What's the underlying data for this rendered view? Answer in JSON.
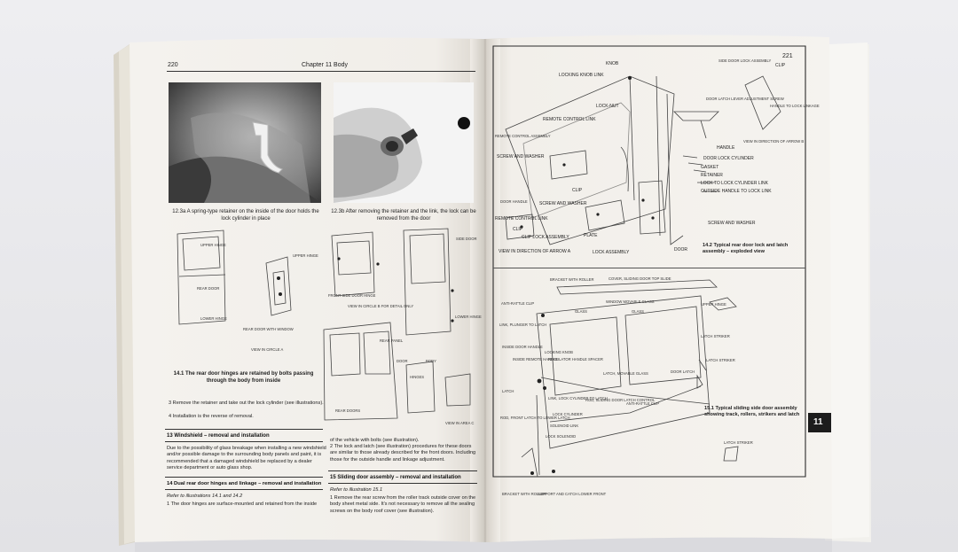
{
  "book": {
    "left_page": {
      "page_number": "220",
      "running_header": "Chapter 11  Body",
      "fig_12_3a_caption": "12.3a  A spring-type retainer on the inside of the door holds the lock cylinder in place",
      "fig_12_3b_caption": "12.3b  After removing the retainer and the link, the lock can be removed from the door",
      "fig_14_1_caption": "14.1  The rear door hinges are retained by bolts passing through the body from inside",
      "diagram_labels": {
        "upper_hinge": "UPPER HINGE",
        "rear_door": "REAR DOOR",
        "lower_hinge": "LOWER HINGE",
        "rear_door_with_window": "REAR DOOR WITH WINDOW",
        "view_in_circle_a": "VIEW IN CIRCLE A",
        "front_side_door_hinge": "FRONT SIDE DOOR HINGE",
        "view_in_circle_b": "VIEW IN CIRCLE B FOR DETAIL ONLY",
        "side_door": "SIDE DOOR",
        "upper_hinge_2": "UPPER HINGE",
        "lower_hinge_2": "LOWER HINGE",
        "rear_panel": "REAR PANEL",
        "door": "DOOR",
        "body": "BODY",
        "hinges": "HINGES",
        "rear_doors": "REAR DOORS",
        "view_in_area_c": "VIEW IN AREA C"
      },
      "para_3": "3  Remove the retainer and take out the lock cylinder (see illustrations).",
      "para_4": "4  Installation is the reverse of removal.",
      "section_13": "13  Windshield – removal and installation",
      "section_13_text": "Due to the possibility of glass breakage when installing a new windshield and/or possible damage to the surrounding body panels and paint, it is recommended that a damaged windshield be replaced by a dealer service department or auto glass shop.",
      "section_14": "14  Dual rear door hinges and linkage – removal and installation",
      "section_14_ref": "Refer to illustrations 14.1 and 14.2",
      "section_14_para_1": "1  The door hinges are surface-mounted and retained from the inside",
      "col2_text_1": "of the vehicle with bolts (see illustration).",
      "col2_text_2": "2  The lock and latch (see illustration) procedures for these doors are similar to those already described for the front doors. Including those for the outside handle and linkage adjustment.",
      "section_15": "15  Sliding door assembly – removal and installation",
      "section_15_ref": "Refer to illustration 15.1",
      "section_15_para_1": "1  Remove the rear screw from the roller track outside cover on the body sheet metal side. It's not necessary to remove all the sealing screws on the body roof cover (see illustration)."
    },
    "right_page": {
      "page_number": "221",
      "fig_14_2_caption": "14.2  Typical rear door lock and latch assembly – exploded view",
      "fig_15_1_caption": "15.1  Typical sliding side door assembly showing track, rollers, strikers and latch",
      "tab_label": "11",
      "diagram_labels": {
        "knob": "KNOB",
        "looking_knob_link": "LOCKING KNOB LINK",
        "lock_nut": "LOCK-NUT",
        "remote_control_link": "REMOTE CONTROL LINK",
        "remote_control_assembly": "REMOTE CONTROL ASSEMBLY",
        "screw_and_washer": "SCREW AND WASHER",
        "door_handle": "DOOR HANDLE",
        "screw_and_washer_2": "SCREW AND WASHER",
        "clip": "CLIP",
        "remote_control_link_2": "REMOTE CONTROL LINK",
        "clip_2": "CLIP",
        "clip_lock_assembly": "CLIP LOCK ASSEMBLY",
        "plate": "PLATE",
        "view_arrow_a": "VIEW IN DIRECTION OF ARROW A",
        "lock_assembly": "LOCK ASSEMBLY",
        "door": "DOOR",
        "side_door_lock_assembly": "SIDE DOOR LOCK ASSEMBLY",
        "clip_3": "CLIP",
        "door_latch_lever": "DOOR LATCH LEVER ADJUSTMENT SCREW",
        "handle_to_lock_linkage": "HANDLE TO LOCK LINKAGE",
        "handle": "HANDLE",
        "view_arrow_b": "VIEW IN DIRECTION OF ARROW B",
        "door_lock_cylinder": "DOOR LOCK CYLINDER",
        "gasket": "GASKET",
        "retainer": "RETAINER",
        "lock_to_lock_cylinder_link": "LOCK TO LOCK CYLINDER LINK",
        "outside_handle_to_lock_link": "OUTSIDE HANDLE TO LOCK LINK",
        "screw_and_washer_3": "SCREW AND WASHER",
        "bracket_with_roller": "BRACKET WITH ROLLER",
        "cover_sliding_door_top_slide": "COVER, SLIDING DOOR TOP SLIDE",
        "anti_rattle_clip": "ANTI-RATTLE CLIP",
        "window_movable_glass": "WINDOW MOVABLE GLASS",
        "glass": "GLASS",
        "glass_2": "GLASS",
        "upper_hinge": "UPPER HINGE",
        "latch_striker": "LATCH STRIKER",
        "link_plunger_to_latch": "LINK, PLUNGER TO LATCH",
        "locking_knob": "LOCKING KNOB",
        "regulator_handle_spacer": "REGULATOR HANDLE SPACER",
        "inside_door_handle": "INSIDE DOOR HANDLE",
        "inside_remote_handle": "INSIDE REMOTE HANDLE",
        "latch_movable_glass": "LATCH, MOVABLE GLASS",
        "door_latch": "DOOR LATCH",
        "latch_striker_2": "LATCH STRIKER",
        "latch": "LATCH",
        "link_lock_cylinder_to_latch": "LINK, LOCK CYLINDER TO LATCH",
        "rod_sliding_door_latch_control": "ROD, SLIDING DOOR LATCH CONTROL",
        "anti_rattle_clip_2": "ANTI-RATTLE CLIP",
        "rod_front_latch_to_lower_latch": "ROD, FRONT LATCH TO LOWER LATCH",
        "lock_cylinder": "LOCK CYLINDER",
        "solenoid_link": "SOLENOID LINK",
        "lock_solenoid": "LOCK SOLENOID",
        "latch_striker_3": "LATCH STRIKER",
        "bracket_with_roller_2": "BRACKET WITH ROLLER",
        "support_and_catch_lower_front": "SUPPORT AND CATCH LOWER FRONT"
      }
    }
  }
}
